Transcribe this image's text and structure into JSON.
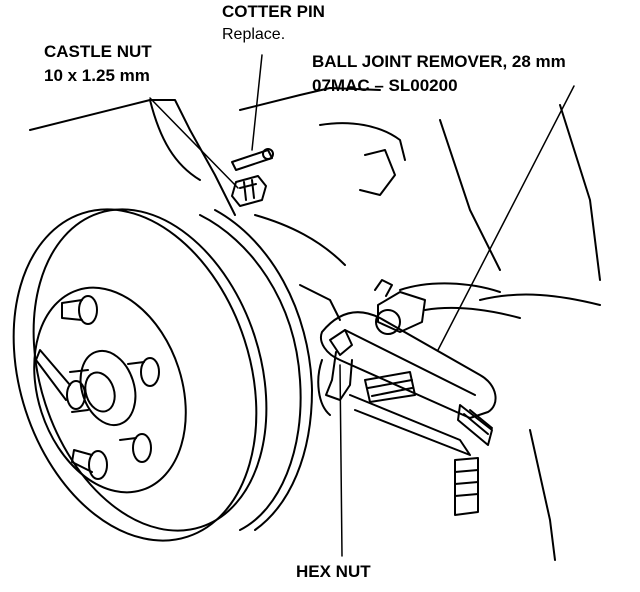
{
  "labels": {
    "cotter_pin": {
      "title": "COTTER PIN",
      "note": "Replace."
    },
    "castle_nut": {
      "title": "CASTLE NUT",
      "spec": "10 x 1.25 mm"
    },
    "ball_joint_remover": {
      "title": "BALL JOINT REMOVER, 28 mm",
      "part_no": "07MAC – SL00200"
    },
    "hex_nut": {
      "title": "HEX NUT"
    }
  },
  "colors": {
    "ink": "#000000",
    "paper": "#ffffff"
  }
}
